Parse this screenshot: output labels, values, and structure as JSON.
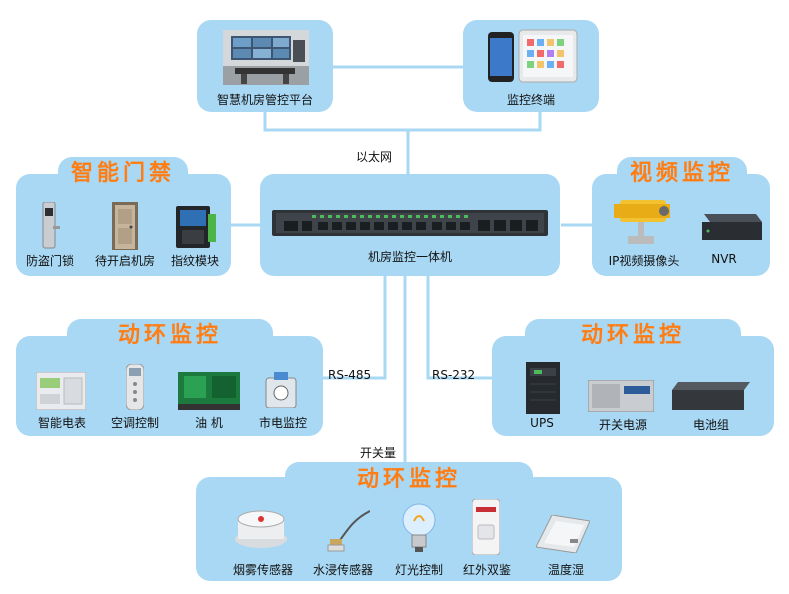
{
  "top": {
    "platform_label": "智慧机房管控平台",
    "terminal_label": "监控终端"
  },
  "center": {
    "device_label": "机房监控一体机"
  },
  "links": {
    "ethernet": "以太网",
    "rs485": "RS-485",
    "rs232": "RS-232",
    "switch": "开关量"
  },
  "access": {
    "title": "智能门禁",
    "items": [
      "防盗门锁",
      "待开启机房",
      "指纹模块"
    ]
  },
  "video": {
    "title": "视频监控",
    "items": [
      "IP视频摄像头",
      "NVR"
    ]
  },
  "env_left": {
    "title": "动环监控",
    "items": [
      "智能电表",
      "空调控制",
      "油 机",
      "市电监控"
    ]
  },
  "env_right": {
    "title": "动环监控",
    "items": [
      "UPS",
      "开关电源",
      "电池组"
    ]
  },
  "env_bottom": {
    "title": "动环监控",
    "items": [
      "烟雾传感器",
      "水浸传感器",
      "灯光控制",
      "红外双鉴",
      "温度湿"
    ]
  },
  "colors": {
    "panel": "#a9d8f4",
    "title": "#ff7d12",
    "connector": "#a9d8f4"
  }
}
